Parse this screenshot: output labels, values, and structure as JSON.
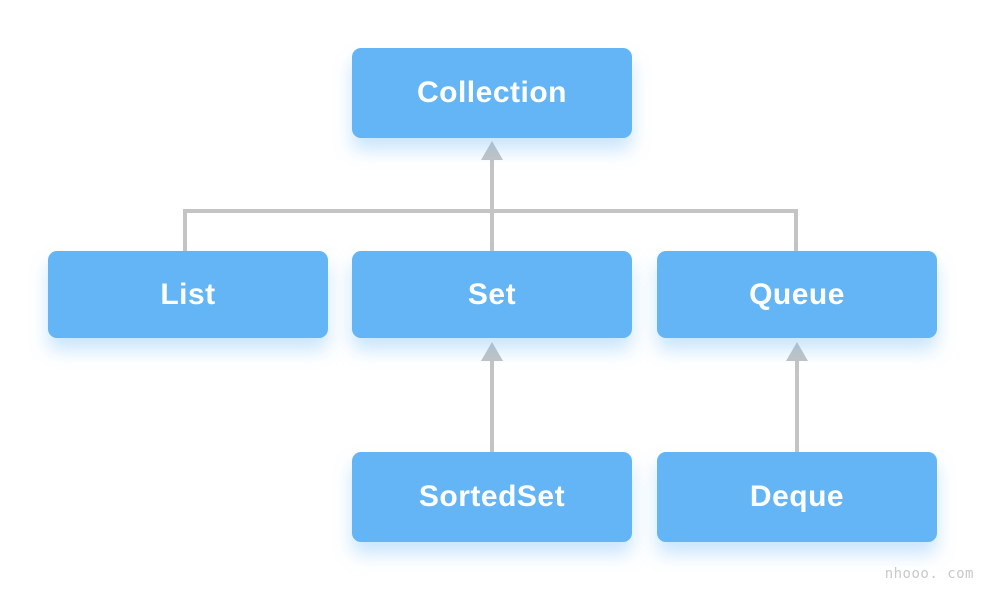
{
  "diagram": {
    "type": "hierarchy-tree",
    "nodes": {
      "collection": {
        "label": "Collection"
      },
      "list": {
        "label": "List"
      },
      "set": {
        "label": "Set"
      },
      "queue": {
        "label": "Queue"
      },
      "sortedset": {
        "label": "SortedSet"
      },
      "deque": {
        "label": "Deque"
      }
    },
    "edges": [
      {
        "from": "List",
        "to": "Collection",
        "style": "arrow-up"
      },
      {
        "from": "Set",
        "to": "Collection",
        "style": "arrow-up"
      },
      {
        "from": "Queue",
        "to": "Collection",
        "style": "arrow-up"
      },
      {
        "from": "SortedSet",
        "to": "Set",
        "style": "arrow-up"
      },
      {
        "from": "Deque",
        "to": "Queue",
        "style": "arrow-up"
      }
    ],
    "colors": {
      "node_fill": "#64B5F6",
      "node_text": "#FFFFFF",
      "node_glow": "rgba(100,181,246,0.35)",
      "connector": "#C4C4C4",
      "background": "#FFFFFF",
      "watermark_text": "#C9C9C9"
    }
  },
  "watermark": {
    "text": "nhooo. com"
  }
}
